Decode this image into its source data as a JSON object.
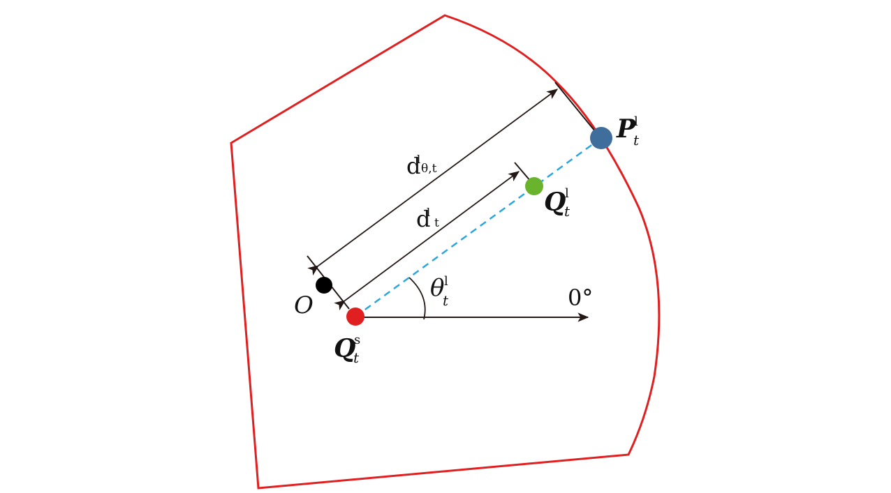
{
  "colors": {
    "region_outline": "#e02020",
    "arrow": "#231815",
    "dashed_ray": "#2aa6dc",
    "point_O": "#000000",
    "point_Qs": "#e02020",
    "point_Ql": "#6ab42d",
    "point_Pl": "#3f6e9c"
  },
  "labels": {
    "O": "O",
    "Qs_main": "Q",
    "Qs_sup": "s",
    "Qs_sub": "t",
    "Ql_main": "Q",
    "Ql_sup": "l",
    "Ql_sub": "t",
    "Pl_main": "P",
    "Pl_sup": "l",
    "Pl_sub": "t",
    "theta_main": "θ",
    "theta_sup": "l",
    "theta_sub": "t",
    "zero_deg": "0°",
    "d_theta_main": "d",
    "d_theta_sup": "l",
    "d_theta_sub": "θ,t",
    "d_main": "d",
    "d_sup": "l",
    "d_sub": "t"
  }
}
